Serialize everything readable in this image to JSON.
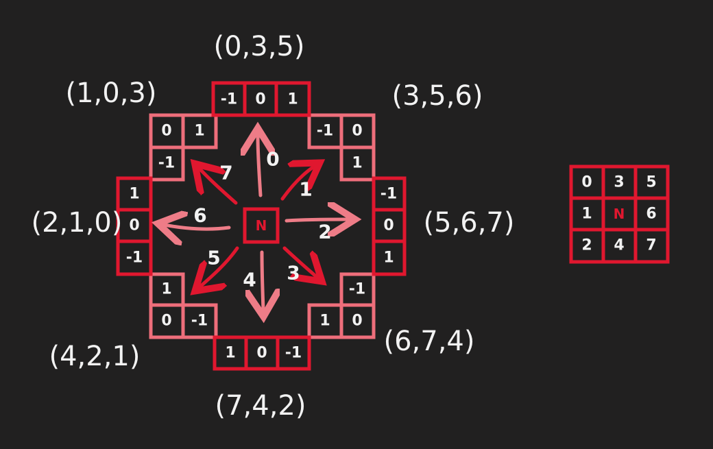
{
  "triples": {
    "top": "(0,3,5)",
    "top_left": "(1,0,3)",
    "top_right": "(3,5,6)",
    "left": "(2,1,0)",
    "right": "(5,6,7)",
    "bottom_left": "(4,2,1)",
    "bottom_right": "(6,7,4)",
    "bottom": "(7,4,2)"
  },
  "center_label": "N",
  "directions": {
    "d0": "0",
    "d1": "1",
    "d2": "2",
    "d3": "3",
    "d4": "4",
    "d5": "5",
    "d6": "6",
    "d7": "7"
  },
  "cells": {
    "top": [
      "-1",
      "0",
      "1"
    ],
    "bottom": [
      "1",
      "0",
      "-1"
    ],
    "left": [
      "1",
      "0",
      "-1"
    ],
    "right": [
      "-1",
      "0",
      "1"
    ],
    "tl": [
      "0",
      "1",
      "-1"
    ],
    "tr": [
      "-1",
      "0",
      "1"
    ],
    "bl": [
      "1",
      "0",
      "-1"
    ],
    "br": [
      "-1",
      "1",
      "0"
    ]
  },
  "grid": [
    "0",
    "3",
    "5",
    "1",
    "N",
    "6",
    "2",
    "4",
    "7"
  ],
  "colors": {
    "red": "#e0172f",
    "pink": "#ee6e7b",
    "background": "#212020",
    "ink": "#f2f2f2"
  }
}
